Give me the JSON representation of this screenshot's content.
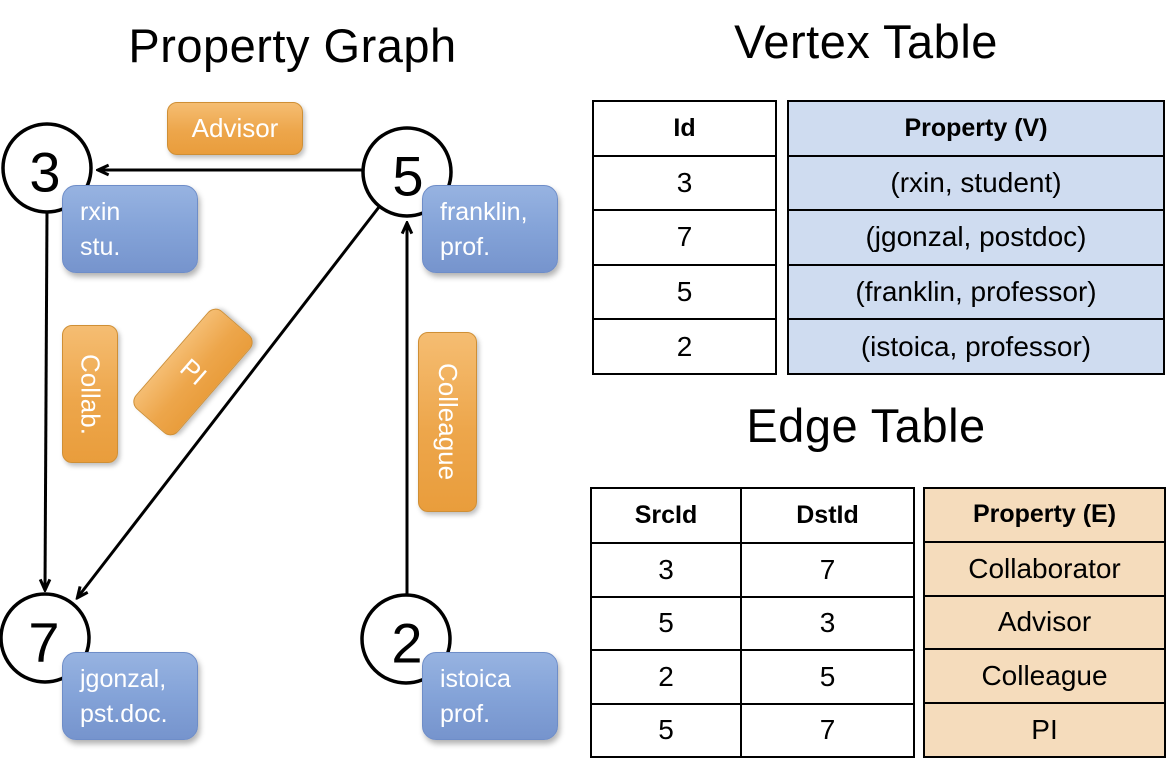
{
  "left_panel": {
    "title": "Property Graph",
    "nodes": {
      "n3": "3",
      "n5": "5",
      "n7": "7",
      "n2": "2"
    },
    "edge_labels": {
      "advisor": "Advisor",
      "collab": "Collab.",
      "pi": "PI",
      "colleague": "Colleague"
    },
    "property_boxes": {
      "rxin": {
        "line1": "rxin",
        "line2": "stu."
      },
      "franklin": {
        "line1": "franklin,",
        "line2": "prof."
      },
      "jgonzal": {
        "line1": "jgonzal,",
        "line2": "pst.doc."
      },
      "istoica": {
        "line1": "istoica",
        "line2": "prof."
      }
    }
  },
  "vertex_table": {
    "title": "Vertex Table",
    "col_id": "Id",
    "col_property": "Property (V)",
    "rows": [
      {
        "id": "3",
        "property": "(rxin, student)"
      },
      {
        "id": "7",
        "property": "(jgonzal, postdoc)"
      },
      {
        "id": "5",
        "property": "(franklin, professor)"
      },
      {
        "id": "2",
        "property": "(istoica, professor)"
      }
    ]
  },
  "edge_table": {
    "title": "Edge Table",
    "col_src": "SrcId",
    "col_dst": "DstId",
    "col_property": "Property (E)",
    "rows": [
      {
        "src": "3",
        "dst": "7",
        "property": "Collaborator"
      },
      {
        "src": "5",
        "dst": "3",
        "property": "Advisor"
      },
      {
        "src": "2",
        "dst": "5",
        "property": "Colleague"
      },
      {
        "src": "5",
        "dst": "7",
        "property": "PI"
      }
    ]
  },
  "colors": {
    "edge_label_orange": "#EDA64B",
    "node_property_blue": "#84A3D8",
    "vertex_property_fill": "#CFDCF0",
    "edge_property_fill": "#F5DCBC",
    "line_black": "#000000"
  }
}
